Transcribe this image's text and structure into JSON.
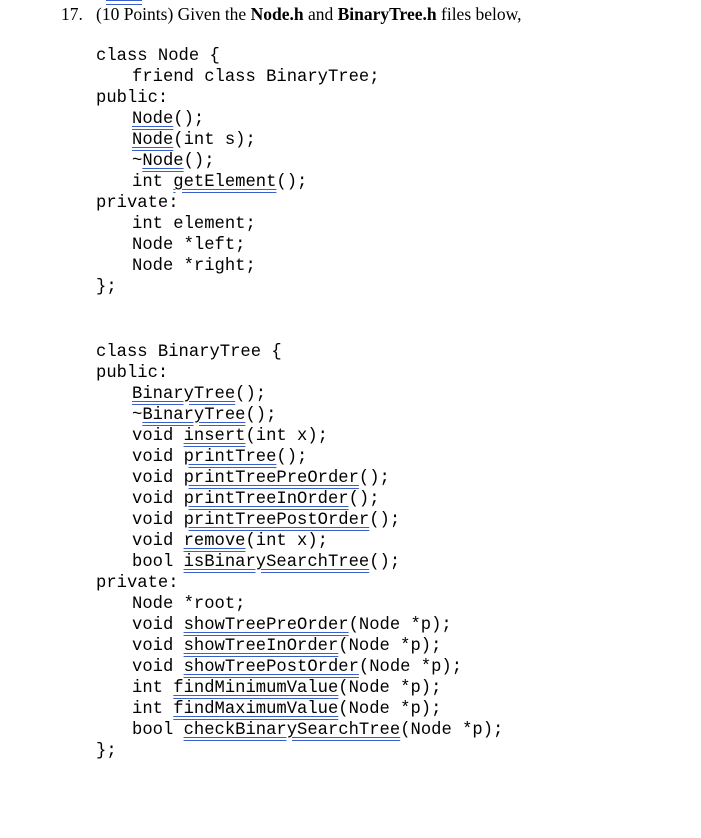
{
  "question": {
    "number": "17.",
    "prefix": "(10 Points) Given the ",
    "file1": "Node.h",
    "middle": " and ",
    "file2": "BinaryTree.h",
    "suffix": " files below,"
  },
  "node_class": [
    {
      "indent": 0,
      "pre": "class Node {",
      "fn": "",
      "post": ""
    },
    {
      "indent": 1,
      "pre": "friend class BinaryTree;",
      "fn": "",
      "post": ""
    },
    {
      "indent": 0,
      "pre": "public:",
      "fn": "",
      "post": ""
    },
    {
      "indent": 1,
      "pre": "",
      "fn": "Node",
      "post": "();"
    },
    {
      "indent": 1,
      "pre": "",
      "fn": "Node",
      "post": "(int s);"
    },
    {
      "indent": 1,
      "pre": "~",
      "fn": "Node",
      "post": "();"
    },
    {
      "indent": 1,
      "pre": "int ",
      "fn": "getElement",
      "post": "();"
    },
    {
      "indent": 0,
      "pre": "private:",
      "fn": "",
      "post": ""
    },
    {
      "indent": 1,
      "pre": "int element;",
      "fn": "",
      "post": ""
    },
    {
      "indent": 1,
      "pre": "Node *left;",
      "fn": "",
      "post": ""
    },
    {
      "indent": 1,
      "pre": "Node *right;",
      "fn": "",
      "post": ""
    },
    {
      "indent": 0,
      "pre": "};",
      "fn": "",
      "post": ""
    }
  ],
  "tree_class": [
    {
      "indent": 0,
      "pre": "class BinaryTree {",
      "fn": "",
      "post": ""
    },
    {
      "indent": 0,
      "pre": "public:",
      "fn": "",
      "post": ""
    },
    {
      "indent": 1,
      "pre": "",
      "fn": "BinaryTree",
      "post": "();"
    },
    {
      "indent": 1,
      "pre": "~",
      "fn": "BinaryTree",
      "post": "();"
    },
    {
      "indent": 1,
      "pre": "void ",
      "fn": "insert",
      "post": "(int x);"
    },
    {
      "indent": 1,
      "pre": "void ",
      "fn": "printTree",
      "post": "();"
    },
    {
      "indent": 1,
      "pre": "void ",
      "fn": "printTreePreOrder",
      "post": "();"
    },
    {
      "indent": 1,
      "pre": "void ",
      "fn": "printTreeInOrder",
      "post": "();"
    },
    {
      "indent": 1,
      "pre": "void ",
      "fn": "printTreePostOrder",
      "post": "();"
    },
    {
      "indent": 1,
      "pre": "void ",
      "fn": "remove",
      "post": "(int x);"
    },
    {
      "indent": 1,
      "pre": "bool ",
      "fn": "isBinarySearchTree",
      "post": "();"
    },
    {
      "indent": 0,
      "pre": "private:",
      "fn": "",
      "post": ""
    },
    {
      "indent": 1,
      "pre": "Node *root;",
      "fn": "",
      "post": ""
    },
    {
      "indent": 1,
      "pre": "void ",
      "fn": "showTreePreOrder",
      "post": "(Node *p);"
    },
    {
      "indent": 1,
      "pre": "void ",
      "fn": "showTreeInOrder",
      "post": "(Node *p);"
    },
    {
      "indent": 1,
      "pre": "void ",
      "fn": "showTreePostOrder",
      "post": "(Node *p);"
    },
    {
      "indent": 1,
      "pre": "int ",
      "fn": "findMinimumValue",
      "post": "(Node *p);"
    },
    {
      "indent": 1,
      "pre": "int ",
      "fn": "findMaximumValue",
      "post": "(Node *p);"
    },
    {
      "indent": 1,
      "pre": "bool ",
      "fn": "checkBinarySearchTree",
      "post": "(Node *p);"
    },
    {
      "indent": 0,
      "pre": "};",
      "fn": "",
      "post": ""
    }
  ]
}
